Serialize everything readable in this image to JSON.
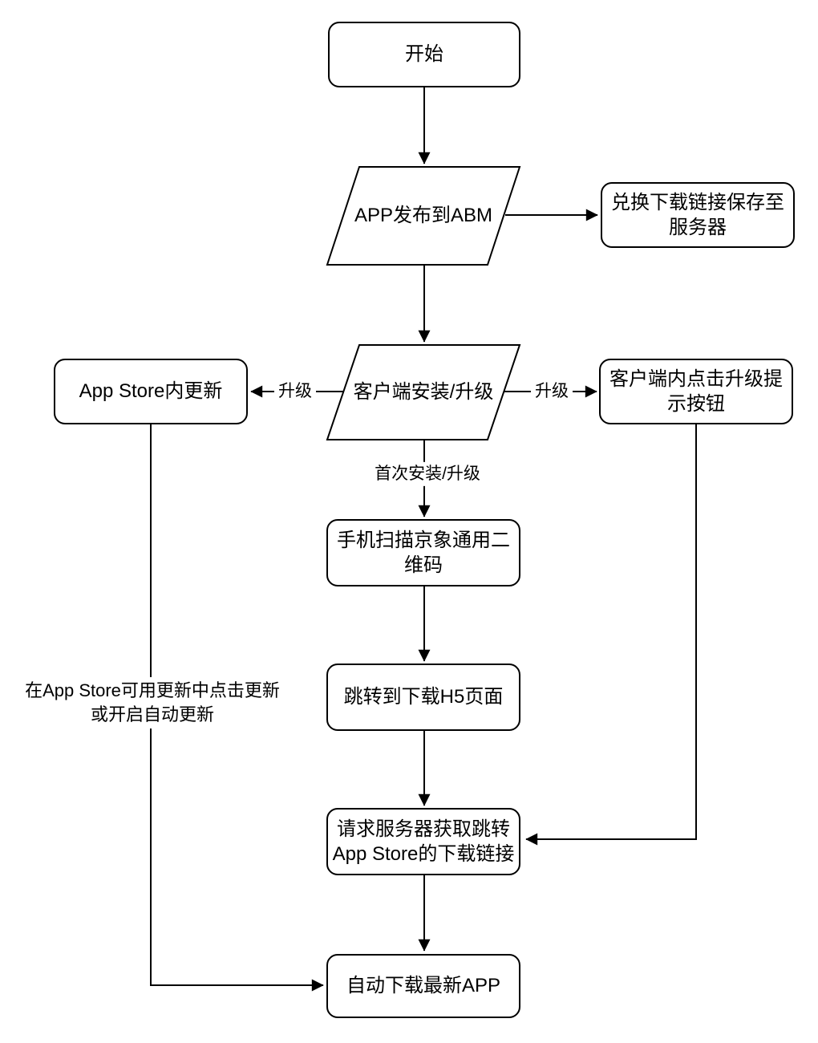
{
  "nodes": {
    "start": {
      "label": "开始"
    },
    "publish": {
      "label": "APP发布到ABM"
    },
    "exchange": {
      "label": "兑换下载链接保存至\n服务器"
    },
    "install": {
      "label": "客户端安装/升级"
    },
    "appstore": {
      "label": "App Store内更新"
    },
    "client": {
      "label": "客户端内点击升级提\n示按钮"
    },
    "scan": {
      "label": "手机扫描京象通用二\n维码"
    },
    "h5": {
      "label": "跳转到下载H5页面"
    },
    "request": {
      "label": "请求服务器获取跳转\nApp Store的下载链接"
    },
    "auto": {
      "label": "自动下载最新APP"
    }
  },
  "edges": {
    "upgrade_left_label": "升级",
    "upgrade_right_label": "升级",
    "first_install_label": "首次安装/升级",
    "appstore_note": "在App Store可用更新中点击更新\n或开启自动更新"
  },
  "colors": {
    "stroke": "#000000",
    "text": "#000000",
    "shape_fill": "#ffffff",
    "background": "#ffffff"
  }
}
